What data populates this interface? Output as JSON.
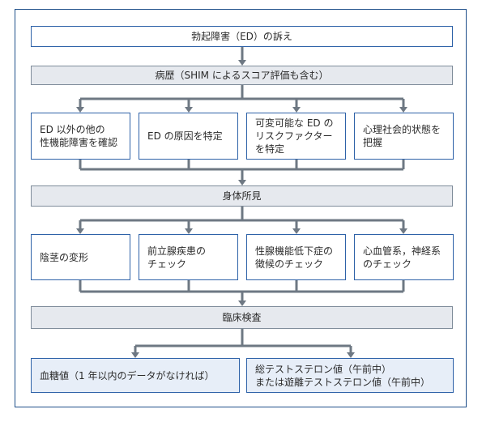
{
  "title_box": "勃起障害（ED）の訴え",
  "history": "病歴（SHIM によるスコア評価も含む）",
  "history_items": [
    "ED 以外の他の\n性機能障害を確認",
    "ED の原因を特定",
    "可変可能な ED の\nリスクファクター\nを特定",
    "心理社会的状態を\n把握"
  ],
  "physical": "身体所見",
  "physical_items": [
    "陰茎の変形",
    "前立腺疾患の\nチェック",
    "性腺機能低下症の\n徴候のチェック",
    "心血管系，神経系\nのチェック"
  ],
  "lab": "臨床検査",
  "lab_items": [
    "血糖値（1 年以内のデータがなければ）",
    "総テストステロン値（午前中）\nまたは遊離テストステロン値（午前中）"
  ]
}
